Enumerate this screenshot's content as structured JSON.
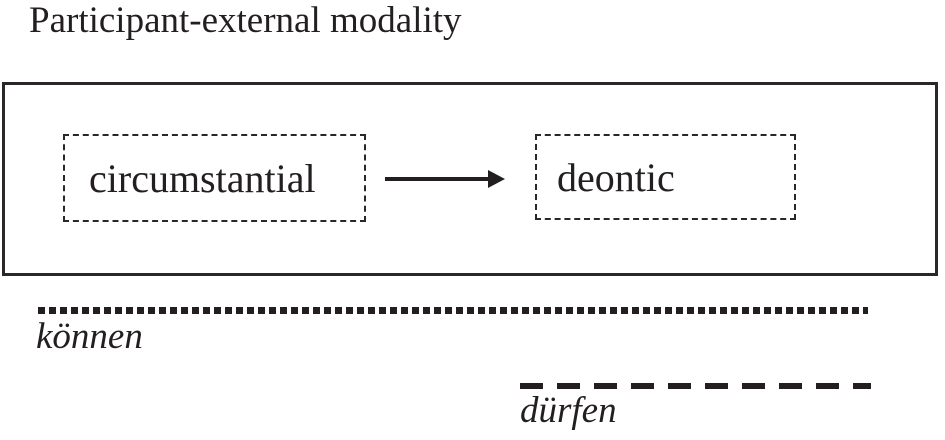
{
  "title": "Participant-external modality",
  "diagram": {
    "nodes": {
      "circumstantial": {
        "label": "circumstantial"
      },
      "deontic": {
        "label": "deontic"
      }
    },
    "arrow": {
      "from": "circumstantial",
      "to": "deontic",
      "direction": "right"
    },
    "extent_lines": {
      "koennen": {
        "label": "können",
        "style": "dotted"
      },
      "duerfen": {
        "label": "dürfen",
        "style": "dashed"
      }
    }
  },
  "colors": {
    "ink": "#231f20",
    "background": "#ffffff"
  }
}
